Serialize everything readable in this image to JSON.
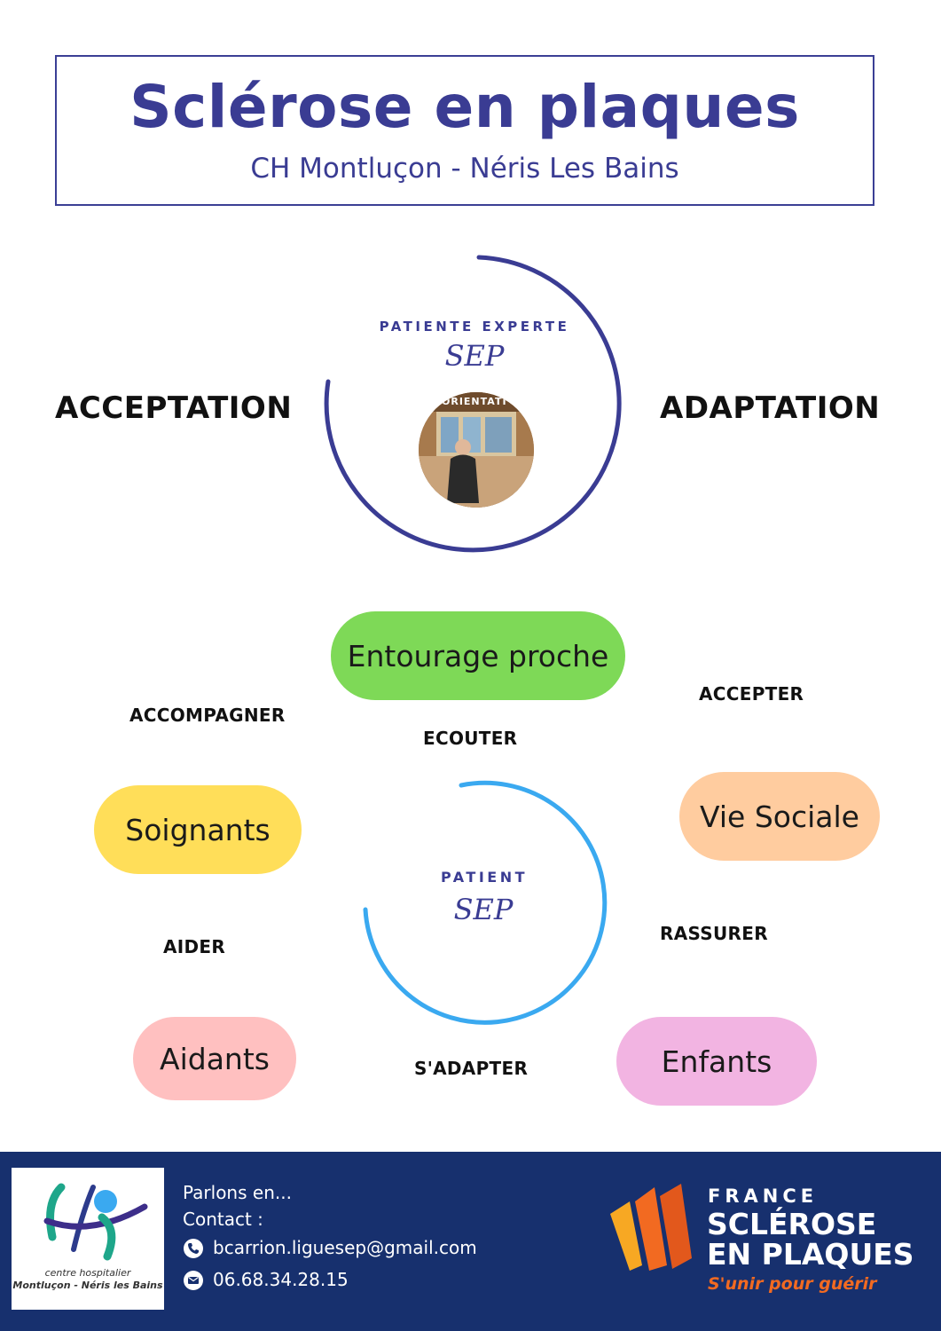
{
  "header": {
    "title": "Sclérose en plaques",
    "subtitle": "CH Montluçon - Néris Les Bains"
  },
  "top_circle": {
    "caption": "PATIENTE EXPERTE",
    "script": "SEP",
    "photo_sign": "ORIENTATI",
    "ring_color": "#3a3c93"
  },
  "side_words": {
    "left": "ACCEPTATION",
    "right": "ADAPTATION"
  },
  "bottom_circle": {
    "caption": "PATIENT",
    "script": "SEP",
    "ring_color": "#3aa9f0"
  },
  "pills": {
    "entourage": {
      "label": "Entourage proche",
      "color": "#7ed957"
    },
    "soignants": {
      "label": "Soignants",
      "color": "#ffde59"
    },
    "vie_sociale": {
      "label": "Vie Sociale",
      "color": "#ffcc9f"
    },
    "aidants": {
      "label": "Aidants",
      "color": "#ffc0c0"
    },
    "enfants": {
      "label": "Enfants",
      "color": "#f2b4e2"
    }
  },
  "verbs": {
    "accompagner": "ACCOMPAGNER",
    "ecouter": "ECOUTER",
    "accepter": "ACCEPTER",
    "aider": "AIDER",
    "rassurer": "RASSURER",
    "s_adapter": "S'ADAPTER"
  },
  "footer": {
    "background": "#17306e",
    "hospital_logo_line1": "centre hospitalier",
    "hospital_logo_line2": "Montluçon - Néris les Bains",
    "line1": "Parlons en...",
    "line2": "Contact :",
    "email": "bcarrion.liguesep@gmail.com",
    "phone": "06.68.34.28.15",
    "email_icon": "phone-icon",
    "phone_icon": "mail-icon",
    "brand_line1": "FRANCE",
    "brand_line2": "SCLÉROSE",
    "brand_line3": "EN PLAQUES",
    "brand_tagline": "S'unir pour guérir",
    "tagline_color": "#f26a21"
  }
}
